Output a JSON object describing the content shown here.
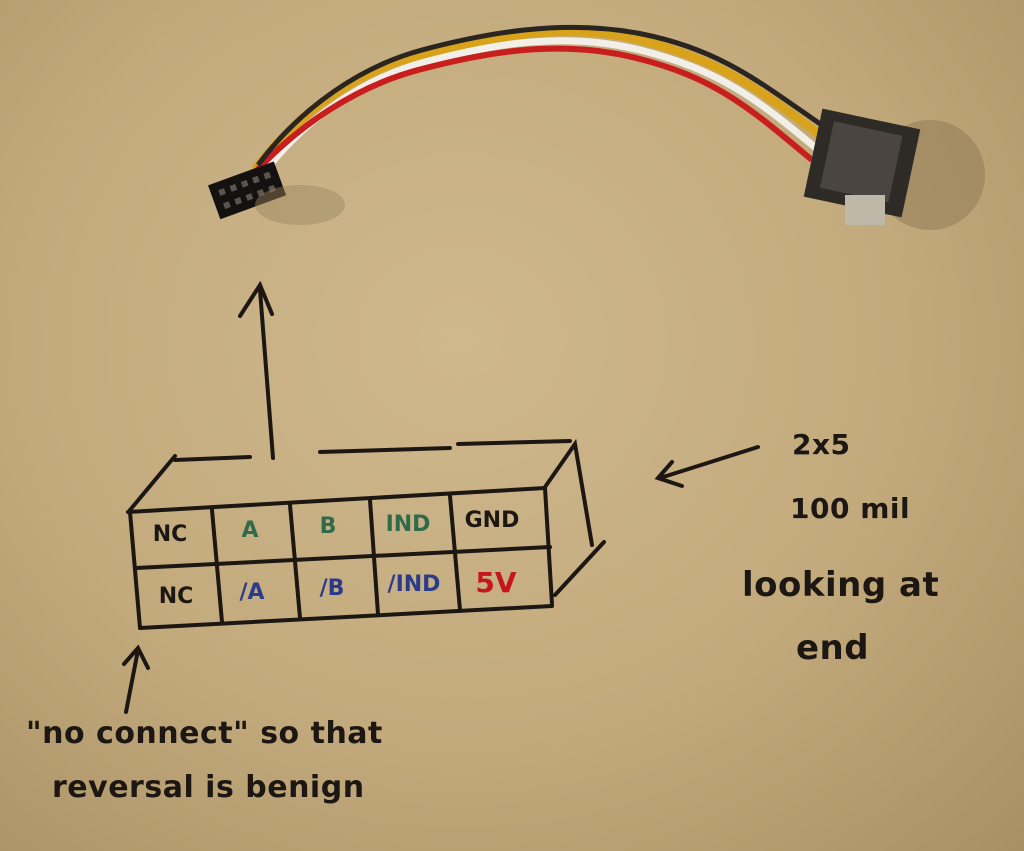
{
  "connector_grid": {
    "top_row": [
      "NC",
      "A",
      "B",
      "IND",
      "GND"
    ],
    "bottom_row": [
      "NC",
      "/A",
      "/B",
      "/IND",
      "5V"
    ]
  },
  "annotations": {
    "size_line1": "2x5",
    "size_line2": "100 mil",
    "view_line1": "looking at",
    "view_line2": "end",
    "note_line1": "\"no connect\" so that",
    "note_line2": "reversal is benign"
  },
  "colors": {
    "paper": "#c7b084",
    "ink_black": "#1c1712",
    "ink_green": "#2f6b4b",
    "ink_blue": "#2b3a8a",
    "ink_red": "#c4161c"
  }
}
